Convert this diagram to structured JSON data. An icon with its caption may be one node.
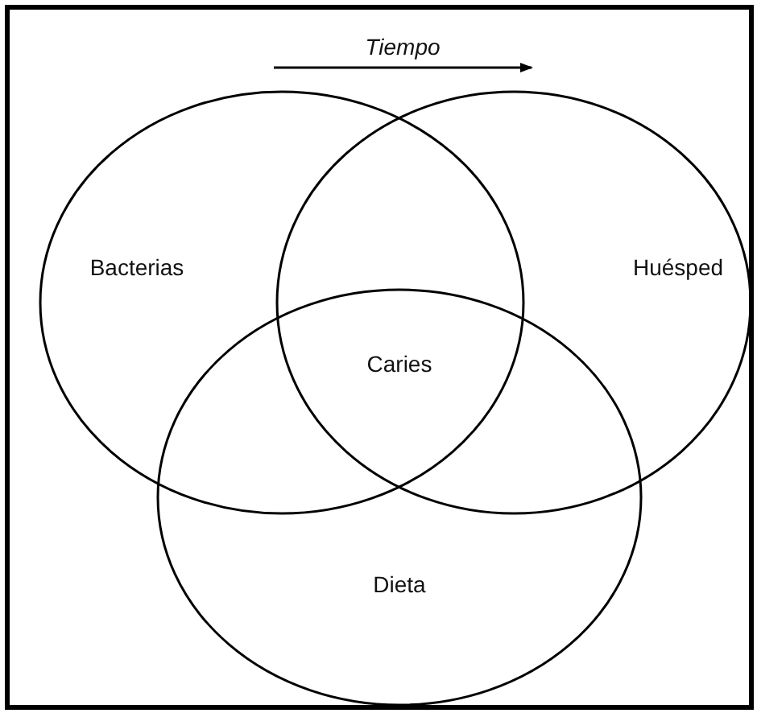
{
  "diagram": {
    "nodes": [
      {
        "text": [
          "Bacterias"
        ]
      },
      {
        "text": [
          "Huésped"
        ]
      },
      {
        "text": [
          "Dieta"
        ]
      }
    ],
    "labels": [
      "Tiempo",
      "Caries"
    ]
  }
}
